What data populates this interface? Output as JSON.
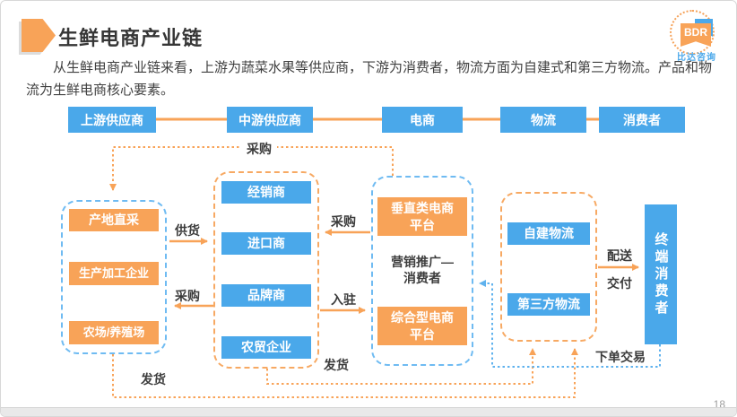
{
  "header": {
    "title": "生鲜电商产业链",
    "logo": {
      "text": "BDR",
      "subtext": "比达咨询"
    }
  },
  "intro": "从生鲜电商产业链来看，上游为蔬菜水果等供应商，下游为消费者，物流方面为自建式和第三方物流。产品和物流为生鲜电商核心要素。",
  "chain": {
    "stages": [
      "上游供应商",
      "中游供应商",
      "电商",
      "物流",
      "消费者"
    ]
  },
  "groups": {
    "upstream": {
      "items": [
        "产地直采",
        "生产加工企业",
        "农场/养殖场"
      ]
    },
    "midstream": {
      "items": [
        "经销商",
        "进口商",
        "品牌商",
        "农贸企业"
      ]
    },
    "platform": {
      "items": [
        "垂直类电商\n平台",
        "综合型电商\n平台"
      ],
      "note": "营销推广—\n消费者"
    },
    "logistics": {
      "items": [
        "自建物流",
        "第三方物流"
      ]
    },
    "consumer": {
      "label": "终端消费者"
    }
  },
  "flows": {
    "purchase_top": "采购",
    "supply": "供货",
    "purchase_mid": "采购",
    "purchase_platform": "采购",
    "settle_in": "入驻",
    "ship_upper": "发货",
    "ship_lower": "发货",
    "delivery": "配送",
    "handover": "交付",
    "order": "下单交易"
  },
  "page_number": "18",
  "colors": {
    "blue": "#4aa8ea",
    "blue_dash": "#6fbbf2",
    "orange": "#f8a358",
    "orange_dash": "#f7a963",
    "text": "#3c3c3c"
  }
}
